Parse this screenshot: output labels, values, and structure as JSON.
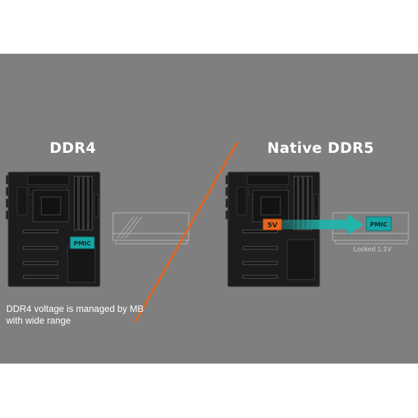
{
  "left": {
    "title": "DDR4",
    "pmic_label": "PMIC",
    "note": "DDR4 voltage is managed by MB with wide range"
  },
  "right": {
    "title": "Native DDR5",
    "voltage_badge": "5V",
    "pmic_label": "PMIC",
    "locked_label": "Locked 1.1V"
  },
  "colors": {
    "panel_background": "#7f7f7f",
    "board_fill": "#1c1c1c",
    "board_outline": "#3a3a3a",
    "pmic_teal": "#17a7a5",
    "arrow_teal": "#20b2a8",
    "badge_orange": "#e8651e",
    "divider_orange": "#e0671e",
    "memory_module_outline": "#b5b5b5"
  },
  "icons": {
    "motherboard": "motherboard-icon",
    "memory_module": "memory-module-icon",
    "arrow": "right-arrow-icon"
  }
}
